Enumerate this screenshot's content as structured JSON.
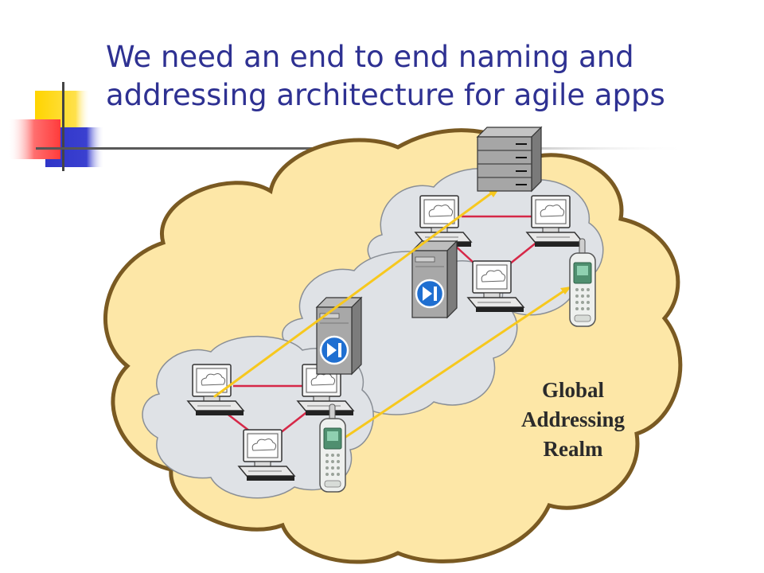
{
  "slide": {
    "title_lines": [
      "We need an end to end naming and",
      "addressing architecture for agile apps"
    ],
    "realm_label_lines": [
      "Global",
      "Addressing",
      "Realm"
    ]
  },
  "colors": {
    "title": "#2e3192",
    "realm_fill": "#fde7a7",
    "realm_stroke": "#7a5a22",
    "subnet_fill": "#dfe2e6",
    "link": "#d62848",
    "path": "#f7c81e"
  },
  "icons": [
    "workstation-icon",
    "file-server-icon",
    "gateway-server-icon",
    "mobile-phone-icon",
    "cloud-icon"
  ]
}
